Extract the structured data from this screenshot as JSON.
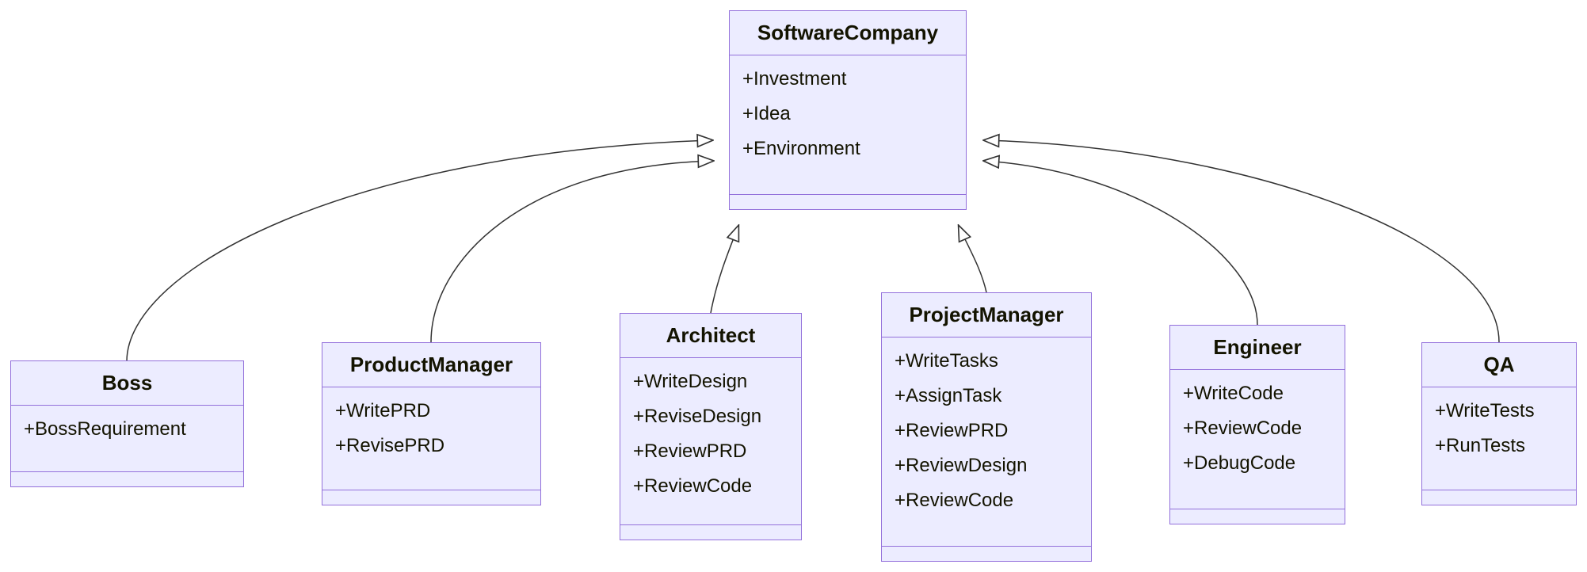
{
  "diagram": {
    "kind": "uml-class-diagram",
    "classes": [
      {
        "name": "SoftwareCompany",
        "attributes": [
          "+Investment",
          "+Idea",
          "+Environment"
        ],
        "methods": []
      },
      {
        "name": "Boss",
        "attributes": [
          "+BossRequirement"
        ],
        "methods": []
      },
      {
        "name": "ProductManager",
        "attributes": [
          "+WritePRD",
          "+RevisePRD"
        ],
        "methods": []
      },
      {
        "name": "Architect",
        "attributes": [
          "+WriteDesign",
          "+ReviseDesign",
          "+ReviewPRD",
          "+ReviewCode"
        ],
        "methods": []
      },
      {
        "name": "ProjectManager",
        "attributes": [
          "+WriteTasks",
          "+AssignTask",
          "+ReviewPRD",
          "+ReviewDesign",
          "+ReviewCode"
        ],
        "methods": []
      },
      {
        "name": "Engineer",
        "attributes": [
          "+WriteCode",
          "+ReviewCode",
          "+DebugCode"
        ],
        "methods": []
      },
      {
        "name": "QA",
        "attributes": [
          "+WriteTests",
          "+RunTests"
        ],
        "methods": []
      }
    ],
    "relationships": [
      {
        "from": "Boss",
        "to": "SoftwareCompany",
        "type": "inheritance"
      },
      {
        "from": "ProductManager",
        "to": "SoftwareCompany",
        "type": "inheritance"
      },
      {
        "from": "Architect",
        "to": "SoftwareCompany",
        "type": "inheritance"
      },
      {
        "from": "ProjectManager",
        "to": "SoftwareCompany",
        "type": "inheritance"
      },
      {
        "from": "Engineer",
        "to": "SoftwareCompany",
        "type": "inheritance"
      },
      {
        "from": "QA",
        "to": "SoftwareCompany",
        "type": "inheritance"
      }
    ],
    "colors": {
      "box_fill": "#ECECFF",
      "box_border": "#9370DB",
      "edge_line": "#333333",
      "text": "#131300",
      "background": "#FFFFFF"
    }
  }
}
